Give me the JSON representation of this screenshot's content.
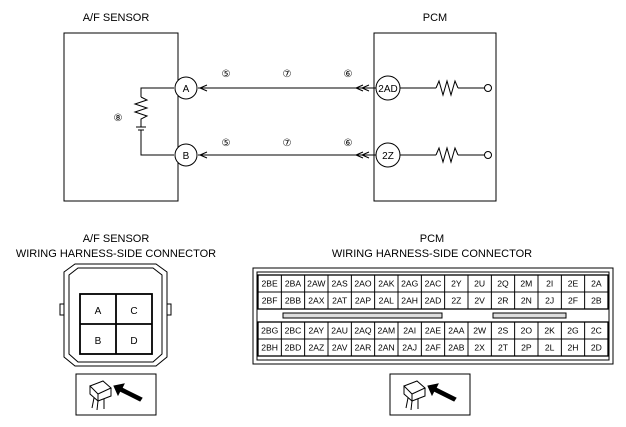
{
  "schematic": {
    "af_sensor_title": "A/F SENSOR",
    "pcm_title": "PCM",
    "sensor_pins": [
      "A",
      "B"
    ],
    "pcm_pins": [
      "2AD",
      "2Z"
    ],
    "circle_numbers": {
      "sensor_side": "⑤",
      "middle": "⑦",
      "pcm_side": "⑥",
      "heater": "⑧"
    }
  },
  "af_connector": {
    "title_line1": "A/F SENSOR",
    "title_line2": "WIRING HARNESS-SIDE CONNECTOR",
    "pins": [
      "A",
      "C",
      "B",
      "D"
    ]
  },
  "pcm_connector": {
    "title_line1": "PCM",
    "title_line2": "WIRING HARNESS-SIDE CONNECTOR",
    "upper_rows": [
      [
        "2BE",
        "2BA",
        "2AW",
        "2AS",
        "2AO",
        "2AK",
        "2AG",
        "2AC",
        "2Y",
        "2U",
        "2Q",
        "2M",
        "2I",
        "2E",
        "2A"
      ],
      [
        "2BF",
        "2BB",
        "2AX",
        "2AT",
        "2AP",
        "2AL",
        "2AH",
        "2AD",
        "2Z",
        "2V",
        "2R",
        "2N",
        "2J",
        "2F",
        "2B"
      ]
    ],
    "lower_rows": [
      [
        "2BG",
        "2BC",
        "2AY",
        "2AU",
        "2AQ",
        "2AM",
        "2AI",
        "2AE",
        "2AA",
        "2W",
        "2S",
        "2O",
        "2K",
        "2G",
        "2C"
      ],
      [
        "2BH",
        "2BD",
        "2AZ",
        "2AV",
        "2AR",
        "2AN",
        "2AJ",
        "2AF",
        "2AB",
        "2X",
        "2T",
        "2P",
        "2L",
        "2H",
        "2D"
      ]
    ]
  }
}
